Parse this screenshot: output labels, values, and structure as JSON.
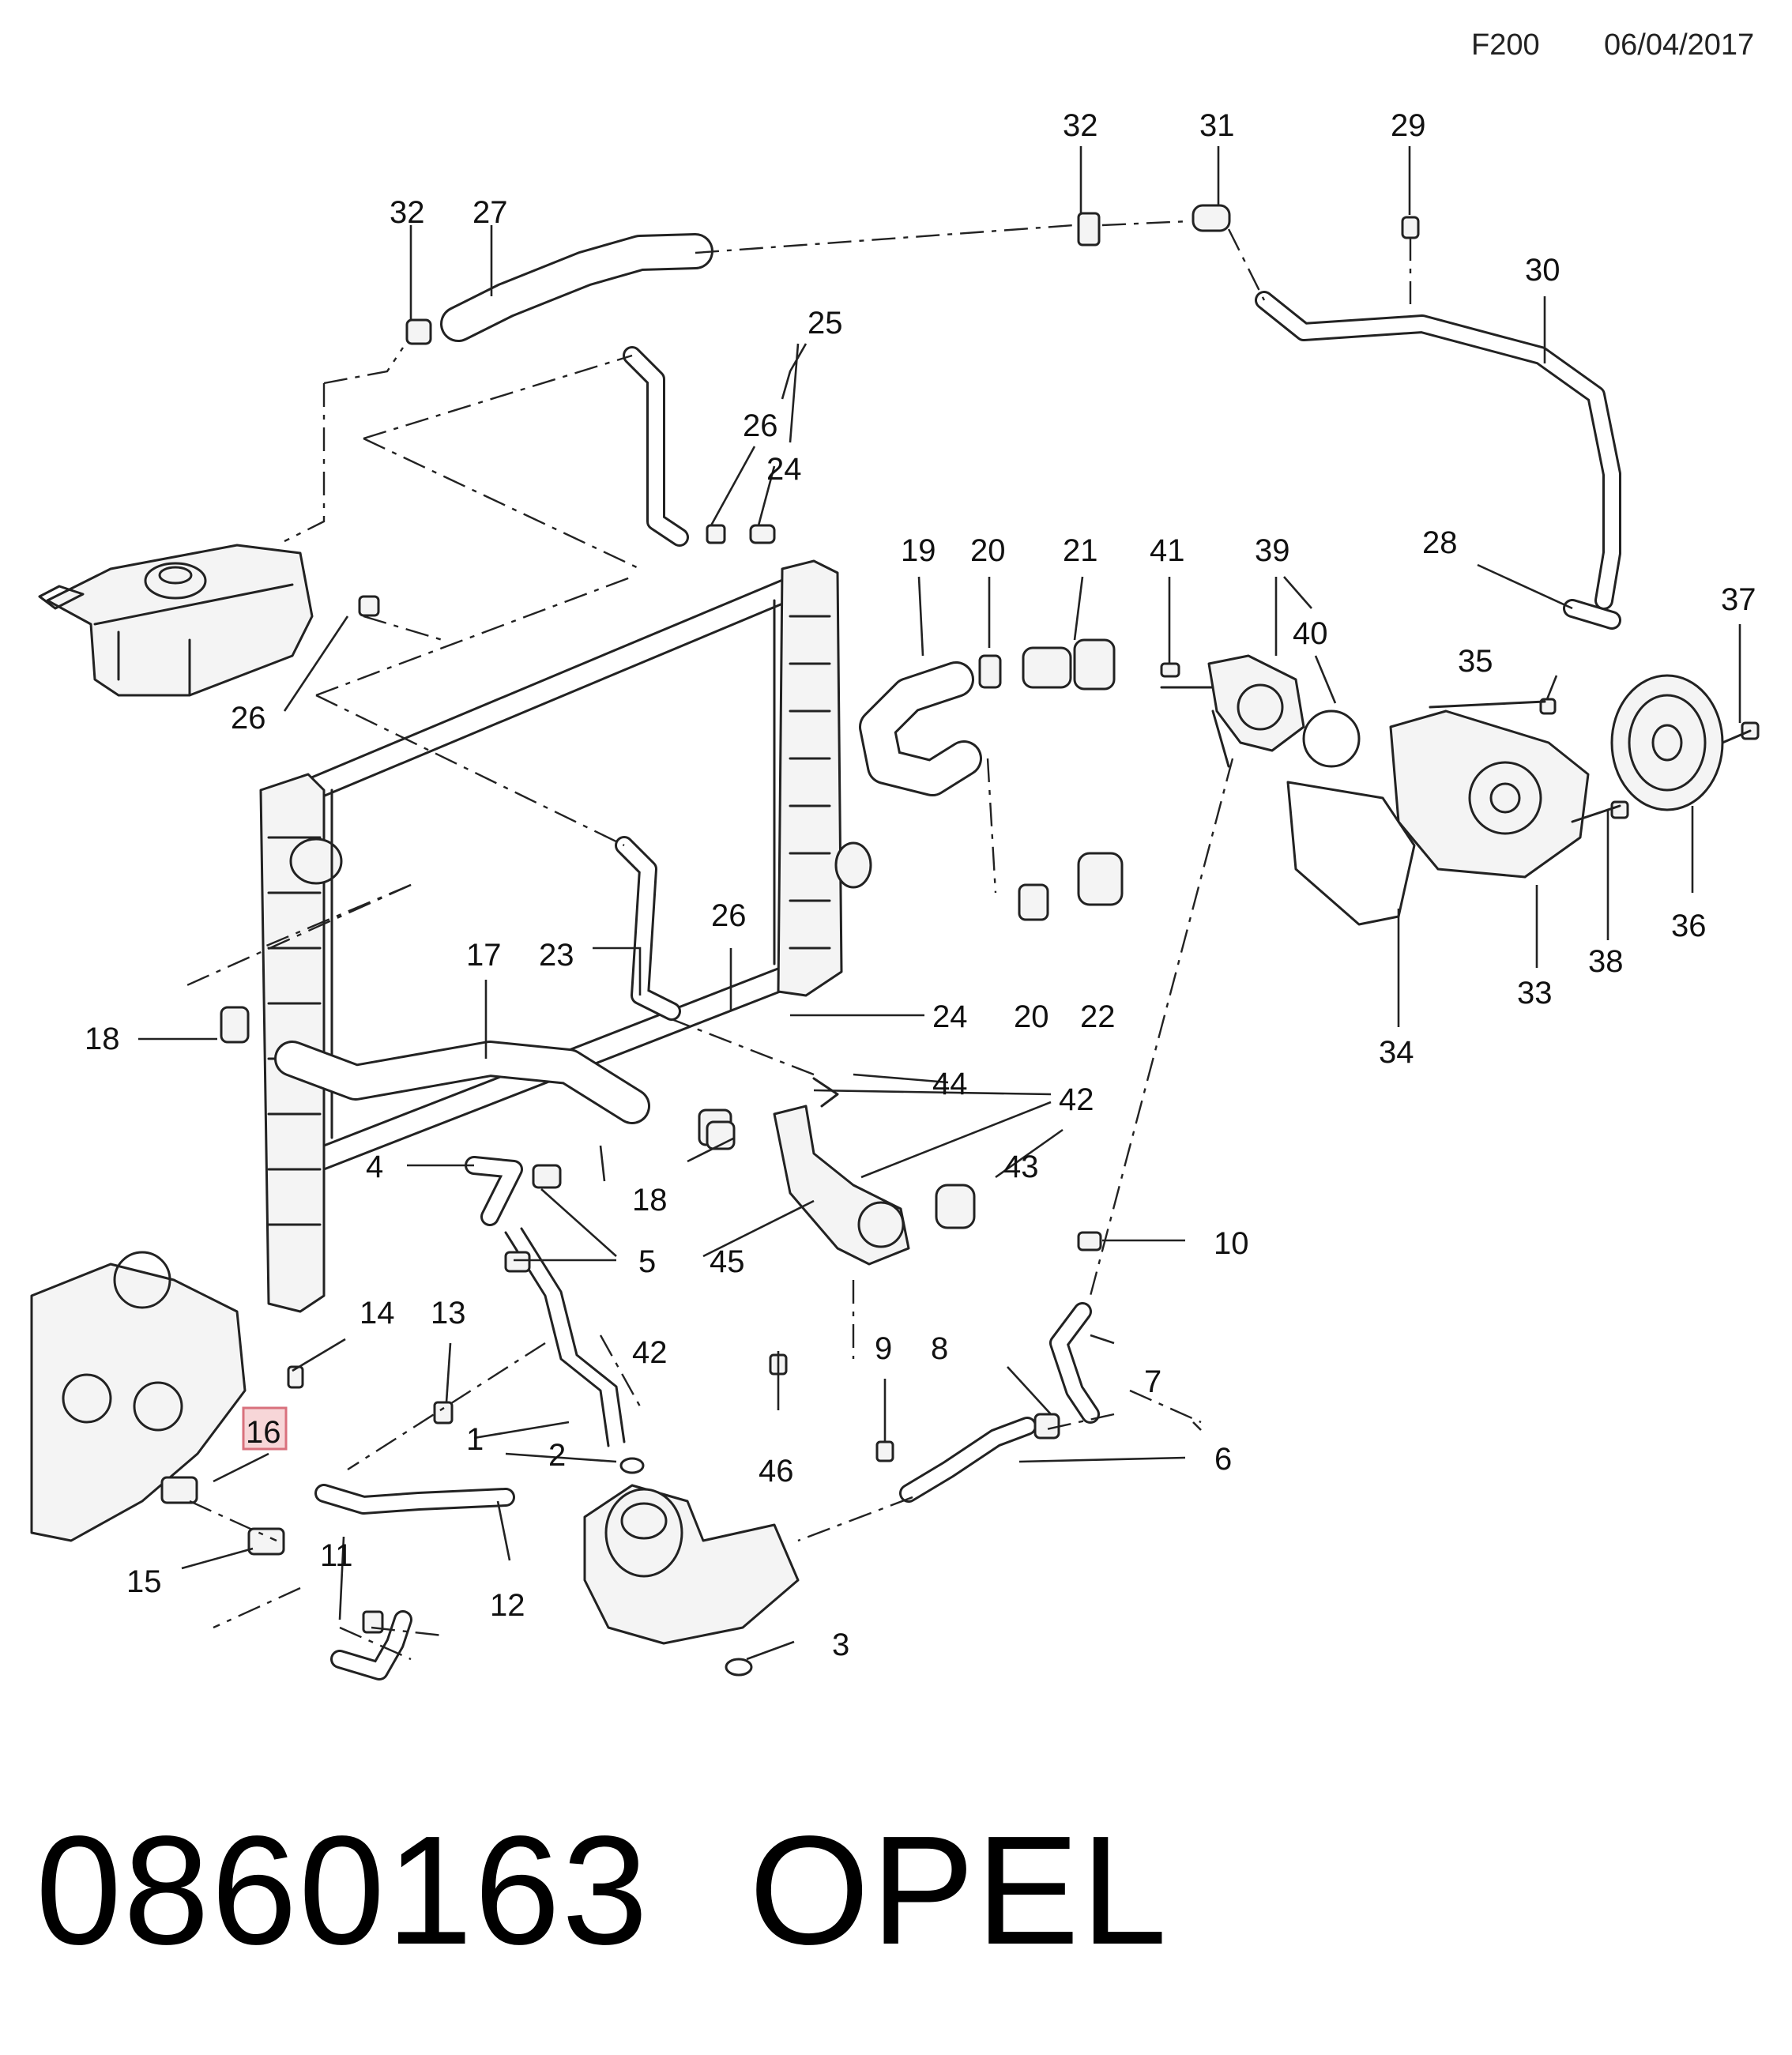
{
  "header": {
    "code": "F200",
    "date": "06/04/2017"
  },
  "footer": {
    "part_number": "0860163",
    "brand": "OPEL"
  },
  "highlighted_callout": "16",
  "callouts": {
    "c1": "1",
    "c2": "2",
    "c3": "3",
    "c4": "4",
    "c5": "5",
    "c6": "6",
    "c7": "7",
    "c8": "8",
    "c9": "9",
    "c10": "10",
    "c11": "11",
    "c12": "12",
    "c13": "13",
    "c14": "14",
    "c15": "15",
    "c16": "16",
    "c17": "17",
    "c18a": "18",
    "c18b": "18",
    "c19": "19",
    "c20a": "20",
    "c20b": "20",
    "c21": "21",
    "c22": "22",
    "c23": "23",
    "c24a": "24",
    "c24b": "24",
    "c25": "25",
    "c26a": "26",
    "c26b": "26",
    "c26c": "26",
    "c27": "27",
    "c28": "28",
    "c29": "29",
    "c30": "30",
    "c31": "31",
    "c32a": "32",
    "c32b": "32",
    "c33": "33",
    "c34": "34",
    "c35": "35",
    "c36": "36",
    "c37": "37",
    "c38": "38",
    "c39": "39",
    "c40": "40",
    "c41": "41",
    "c42a": "42",
    "c42b": "42",
    "c43": "43",
    "c44": "44",
    "c45": "45",
    "c46": "46"
  }
}
